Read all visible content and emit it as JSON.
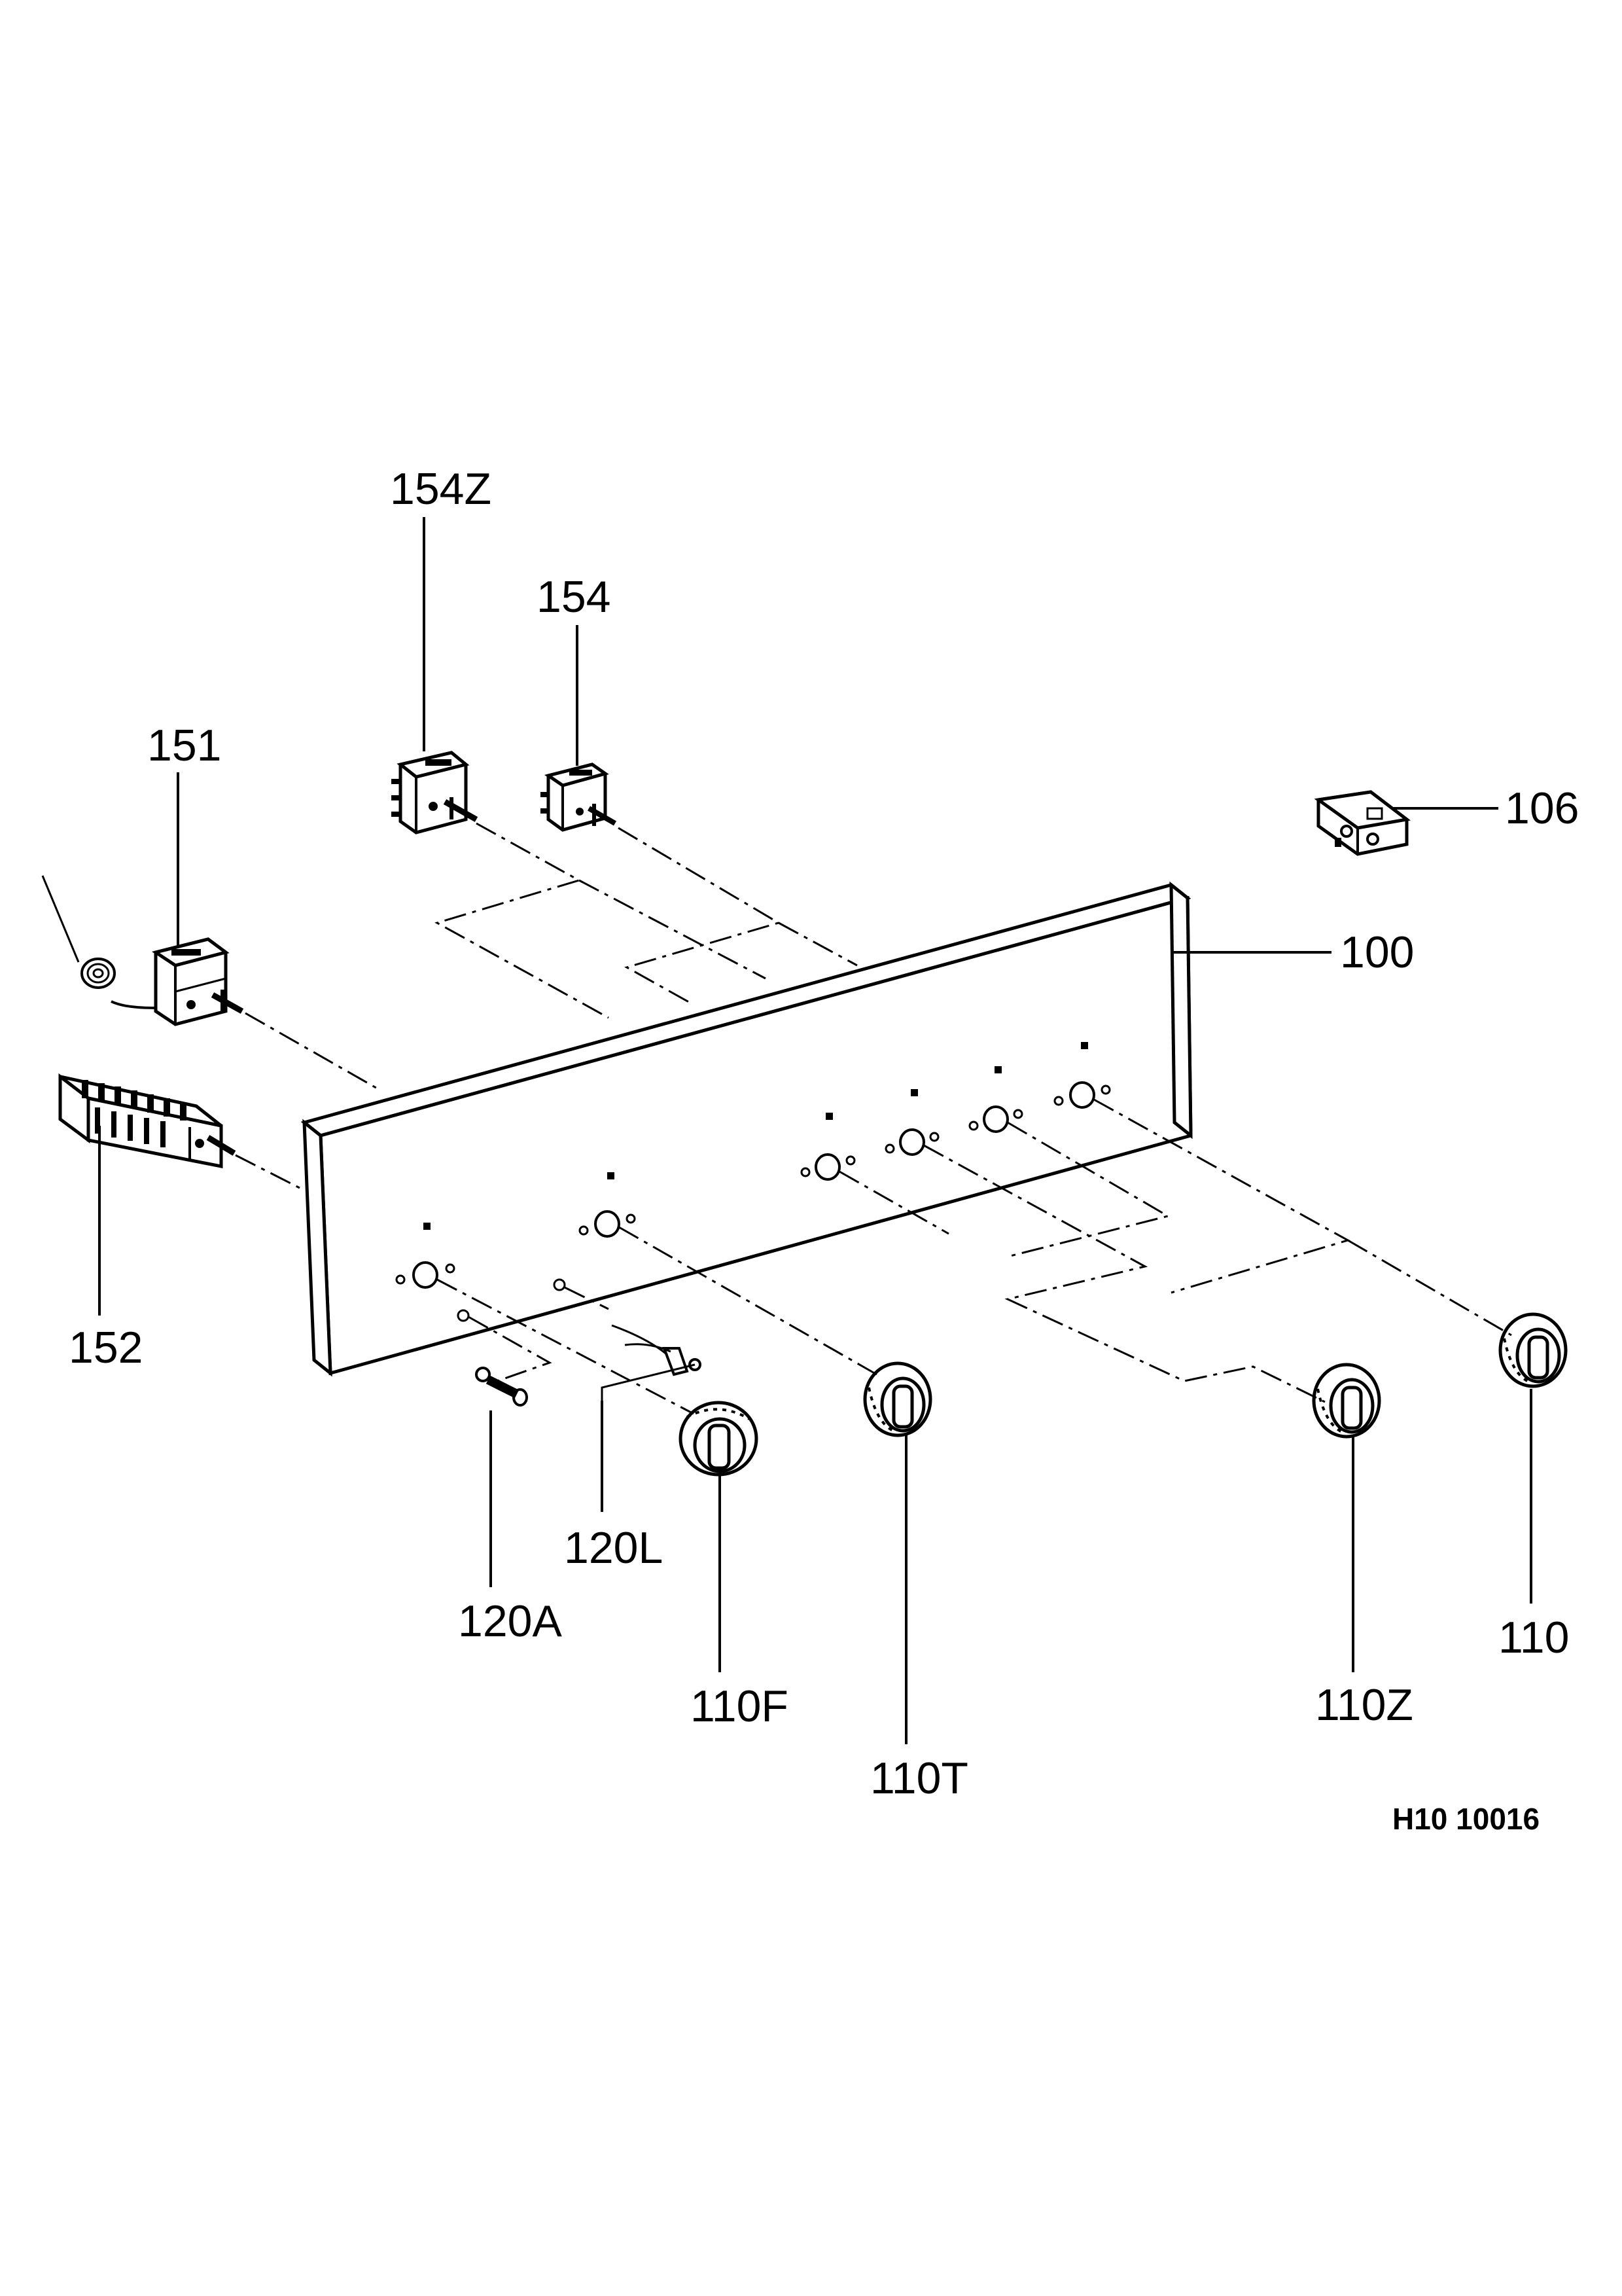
{
  "labels": {
    "p154z": "154Z",
    "p154": "154",
    "p151": "151",
    "p106": "106",
    "p100": "100",
    "p152": "152",
    "p120l": "120L",
    "p120a": "120A",
    "p110f": "110F",
    "p110t": "110T",
    "p110z": "110Z",
    "p110": "110"
  },
  "doc_code": "H10 10016"
}
